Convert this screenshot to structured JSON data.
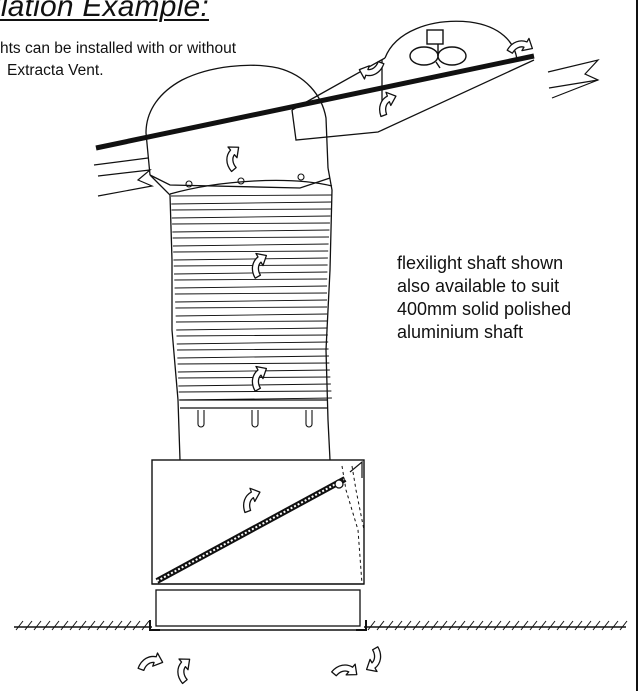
{
  "heading": "llation Example:",
  "intro": {
    "line1": "hts can be installed with or without",
    "line2": "Extracta Vent."
  },
  "callout": {
    "line1": "flexilight shaft shown",
    "line2": "also available to suit",
    "line3": "400mm solid polished",
    "line4": "aluminium shaft"
  },
  "colors": {
    "ink": "#111111",
    "background": "#ffffff"
  },
  "icons": {
    "airflow_arrow": "curved-arrow-icon",
    "fan": "fan-icon"
  }
}
